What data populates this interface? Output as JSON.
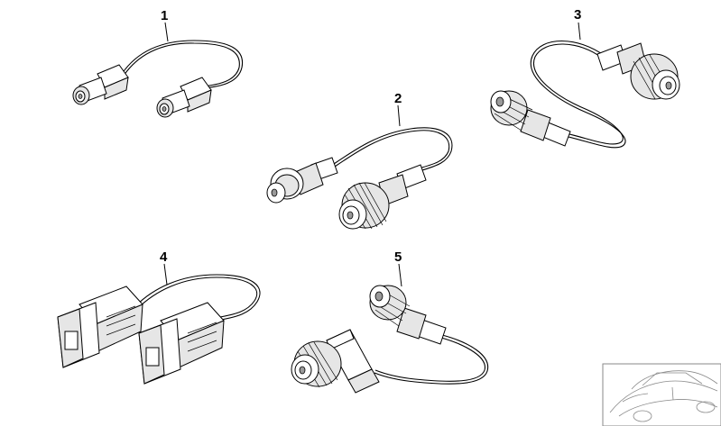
{
  "diagram": {
    "callouts": [
      {
        "id": "1",
        "label": "1"
      },
      {
        "id": "2",
        "label": "2"
      },
      {
        "id": "3",
        "label": "3"
      },
      {
        "id": "4",
        "label": "4"
      },
      {
        "id": "5",
        "label": "5"
      }
    ],
    "parts": [
      {
        "callout": "1",
        "kind": "fakra-adapter-cable",
        "connectors": 2
      },
      {
        "callout": "2",
        "kind": "coax-cable-pin-and-knurled-plug",
        "connectors": 2
      },
      {
        "callout": "3",
        "kind": "coax-cable-knurled-plugs",
        "connectors": 2
      },
      {
        "callout": "4",
        "kind": "rectangular-plug-cable",
        "connectors": 2
      },
      {
        "callout": "5",
        "kind": "angled-coax-cable",
        "connectors": 2
      }
    ],
    "thumbnail": {
      "icon": "car-outline-icon"
    }
  }
}
